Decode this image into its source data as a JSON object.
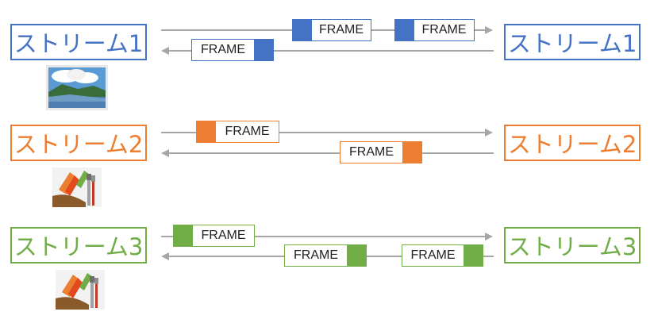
{
  "streams": [
    {
      "left_label": "ストリーム1",
      "right_label": "ストリーム1",
      "color": "#4472C4"
    },
    {
      "left_label": "ストリーム2",
      "right_label": "ストリーム2",
      "color": "#ED7D31"
    },
    {
      "left_label": "ストリーム3",
      "right_label": "ストリーム3",
      "color": "#70AD47"
    }
  ],
  "frame_label": "FRAME",
  "thumbnails": [
    "landscape-photo-icon",
    "paint-brushes-icon",
    "paint-brushes-icon"
  ]
}
